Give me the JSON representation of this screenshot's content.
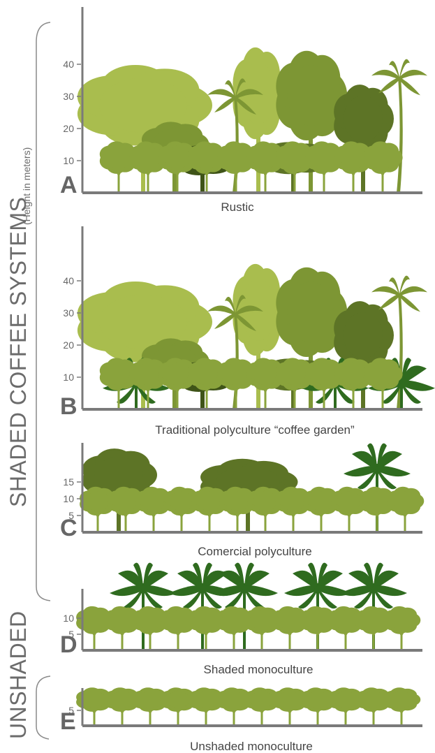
{
  "y_axis_label": "(Height in meters)",
  "group_labels": {
    "shaded": "SHADED COFFEE SYSTEMS",
    "unshaded": "UNSHADED"
  },
  "colors": {
    "coffee": "#8aa33c",
    "canopy_light": "#a9bd4e",
    "canopy_mid": "#7d9634",
    "canopy_dark": "#5d7426",
    "canopy_darkest": "#3f5418",
    "banana": "#2f6b1f",
    "axis": "#7a7a7a",
    "text": "#555555",
    "letter": "#666666"
  },
  "panels": [
    {
      "letter": "A",
      "caption": "Rustic",
      "ticks": [
        "10",
        "20",
        "30",
        "40"
      ]
    },
    {
      "letter": "B",
      "caption": "Traditional polyculture “coffee garden”",
      "ticks": [
        "10",
        "20",
        "30",
        "40"
      ]
    },
    {
      "letter": "C",
      "caption": "Comercial polyculture",
      "ticks": [
        "5",
        "10",
        "15"
      ]
    },
    {
      "letter": "D",
      "caption": "Shaded monoculture",
      "ticks": [
        "5",
        "10"
      ]
    },
    {
      "letter": "E",
      "caption": "Unshaded monoculture",
      "ticks": [
        "5"
      ]
    }
  ]
}
